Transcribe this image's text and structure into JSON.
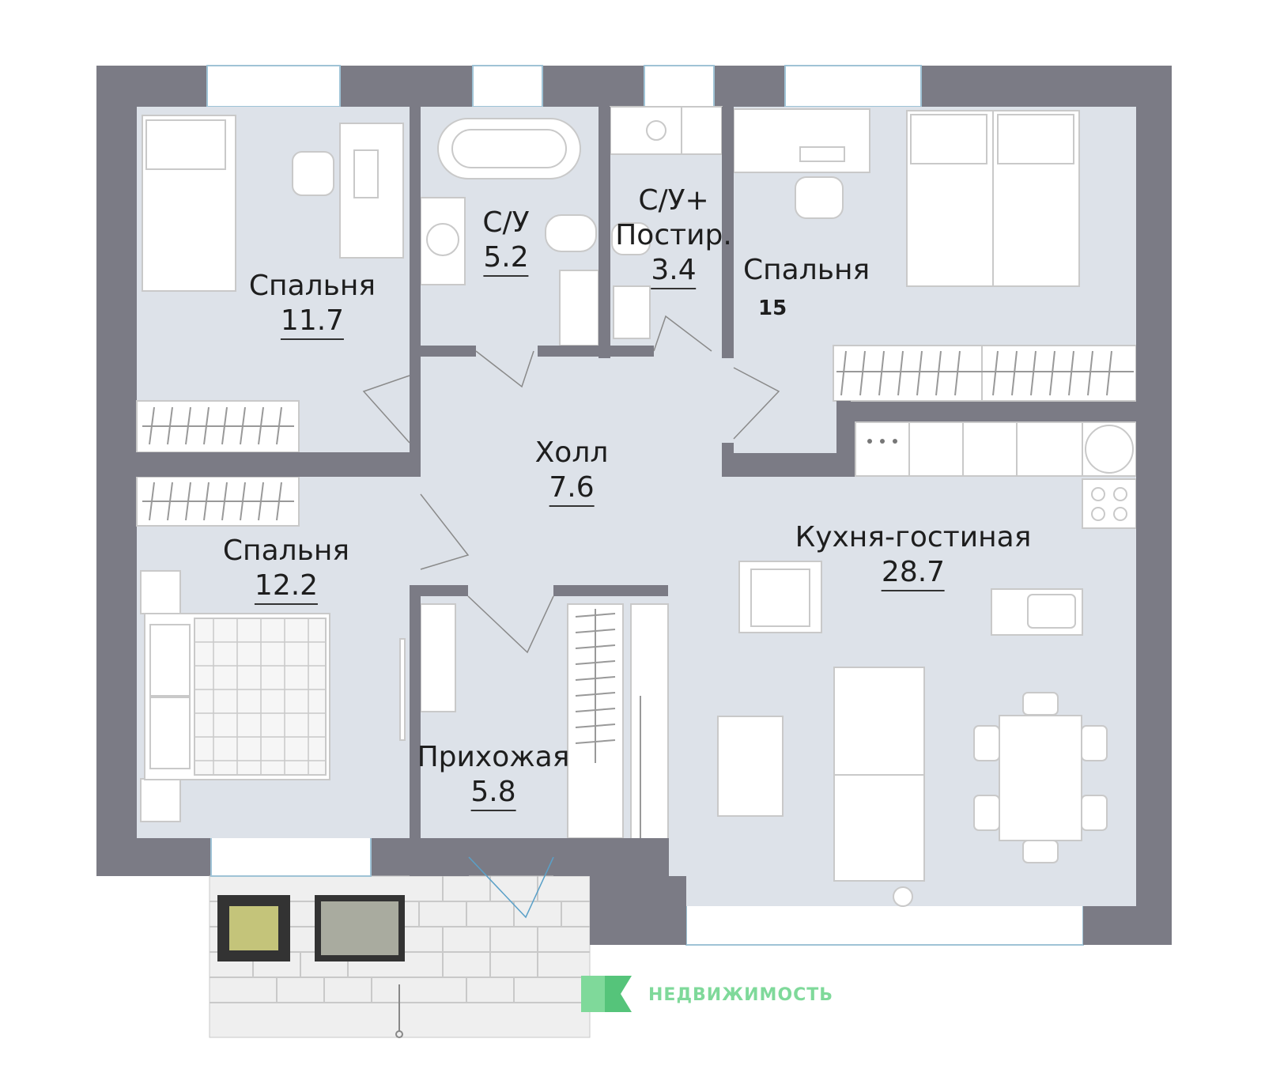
{
  "rooms": {
    "bedroom_1": {
      "name": "Спальня",
      "area": "11.7"
    },
    "bathroom": {
      "name": "С/У",
      "area": "5.2"
    },
    "bathroom_laundry": {
      "line1": "С/У+",
      "line2": "Постир.",
      "area": "3.4"
    },
    "bedroom_2": {
      "name": "Спальня",
      "area": "15"
    },
    "hall": {
      "name": "Холл",
      "area": "7.6"
    },
    "bedroom_3": {
      "name": "Спальня",
      "area": "12.2"
    },
    "kitchen_living": {
      "name": "Кухня-гостиная",
      "area": "28.7"
    },
    "entrance": {
      "name": "Прихожая",
      "area": "5.8"
    }
  },
  "watermark": {
    "text": "НЕДВИЖИМОСТЬ",
    "color": "#7fd99a"
  },
  "colors": {
    "wall": "#7b7b85",
    "floor": "#dde2e9",
    "furniture": "#ffffff"
  }
}
